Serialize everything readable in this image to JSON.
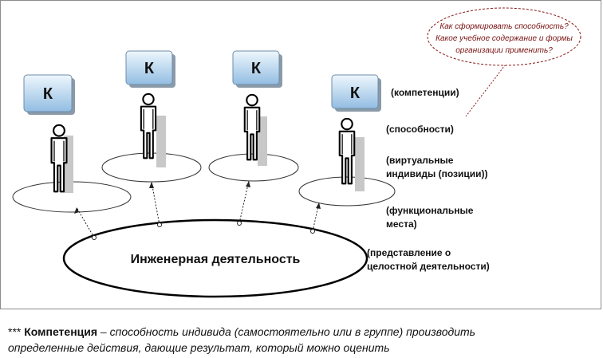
{
  "badge_letter": "К",
  "labels": {
    "competencies": "(компетенции)",
    "abilities": "(способности)",
    "virtual_1": "(виртуальные",
    "virtual_2": "индивиды (позиции))",
    "functional_1": "(функциональные",
    "functional_2": "места)",
    "representation_1": "(представление о",
    "representation_2": "целостной деятельности)"
  },
  "center": {
    "title": "Инженерная деятельность"
  },
  "bubble": {
    "line1": "Как сформировать способность?",
    "line2": "Какое учебное содержание и формы",
    "line3": "организации применить?"
  },
  "footnote": {
    "stars": "*** ",
    "term": "Компетенция",
    "rest_line1": " – способность индивида (самостоятельно или в группе) производить",
    "rest_line2": "определенные действия, дающие результат, который можно оценить"
  },
  "colors": {
    "badge_fill_top": "#e8f3fb",
    "badge_fill_bottom": "#9cc3e4",
    "bubble_stroke": "#8b1a1a"
  }
}
